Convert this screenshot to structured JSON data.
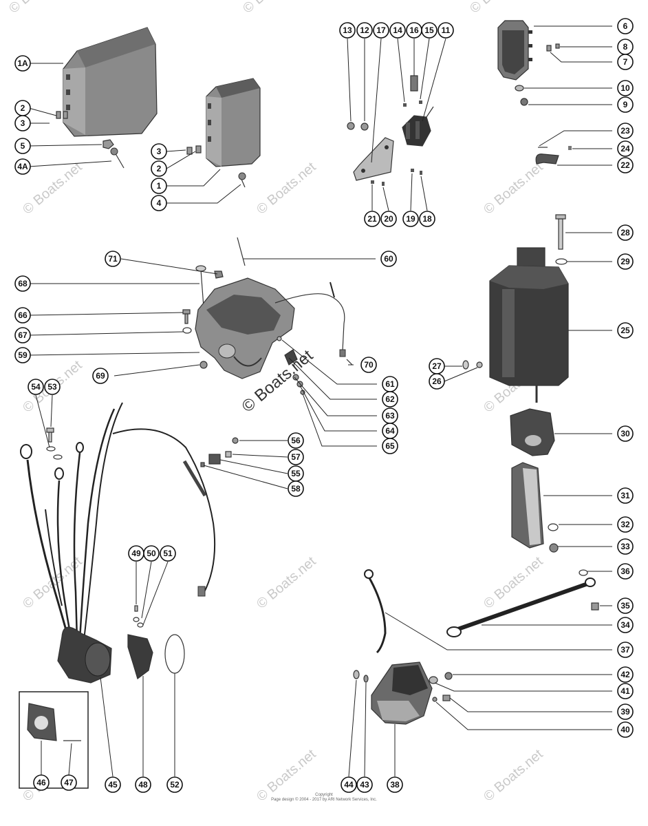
{
  "watermark": "© Boats.net",
  "footer": {
    "line1": "Copyright",
    "line2": "Page design © 2004 - 2017 by ARI Network Services, Inc."
  },
  "callouts": [
    "1A",
    "2",
    "3",
    "5",
    "4A",
    "3",
    "2",
    "1",
    "4",
    "13",
    "12",
    "17",
    "14",
    "16",
    "15",
    "11",
    "21",
    "20",
    "19",
    "18",
    "6",
    "8",
    "7",
    "10",
    "9",
    "23",
    "24",
    "22",
    "28",
    "29",
    "25",
    "27",
    "26",
    "30",
    "31",
    "32",
    "33",
    "71",
    "60",
    "68",
    "66",
    "67",
    "59",
    "69",
    "70",
    "61",
    "62",
    "63",
    "64",
    "65",
    "54",
    "53",
    "56",
    "57",
    "55",
    "58",
    "49",
    "50",
    "51",
    "45",
    "48",
    "52",
    "46",
    "47",
    "36",
    "35",
    "34",
    "37",
    "42",
    "41",
    "39",
    "40",
    "44",
    "43",
    "38"
  ]
}
